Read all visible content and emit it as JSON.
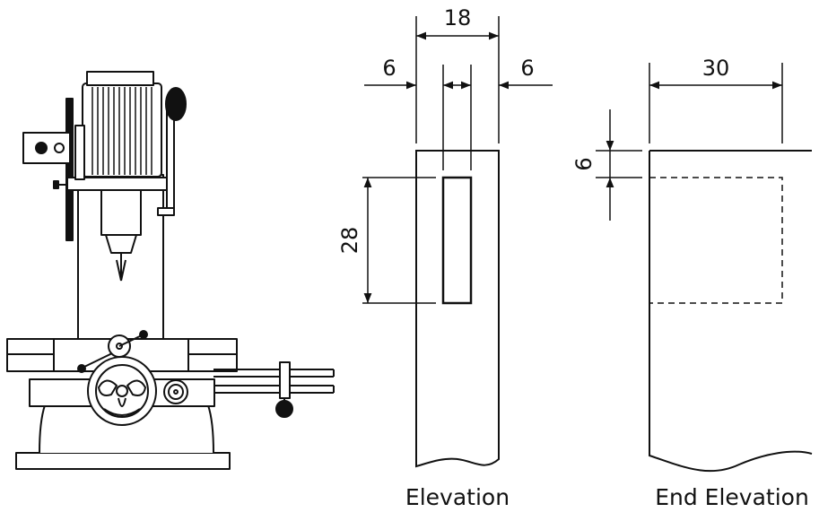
{
  "elevation": {
    "caption": "Elevation",
    "dims": {
      "overall_width": "18",
      "left_offset": "6",
      "right_offset": "6",
      "slot_length": "28"
    }
  },
  "end_elevation": {
    "caption": "End Elevation",
    "dims": {
      "depth": "30",
      "top_offset": "6"
    }
  },
  "colors": {
    "line": "#111111",
    "background": "#ffffff"
  },
  "icons": [
    "mortising-machine-illustration"
  ]
}
